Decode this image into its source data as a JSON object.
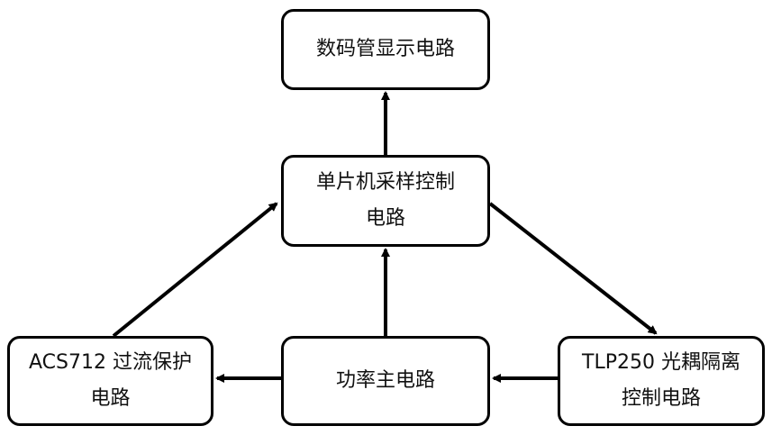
{
  "diagram": {
    "nodes": [
      {
        "id": "display",
        "lines": [
          "数码管显示电路"
        ]
      },
      {
        "id": "mcu",
        "lines": [
          "单片机采样控制",
          "电路"
        ]
      },
      {
        "id": "power",
        "lines": [
          "功率主电路"
        ]
      },
      {
        "id": "acs",
        "lines": [
          "ACS712 过流保护",
          "电路"
        ]
      },
      {
        "id": "tlp",
        "lines": [
          "TLP250 光耦隔离",
          "控制电路"
        ]
      }
    ],
    "edges": [
      {
        "from": "mcu",
        "to": "display"
      },
      {
        "from": "power",
        "to": "mcu"
      },
      {
        "from": "acs",
        "to": "mcu"
      },
      {
        "from": "mcu",
        "to": "tlp"
      },
      {
        "from": "power",
        "to": "acs"
      },
      {
        "from": "tlp",
        "to": "power"
      }
    ]
  }
}
